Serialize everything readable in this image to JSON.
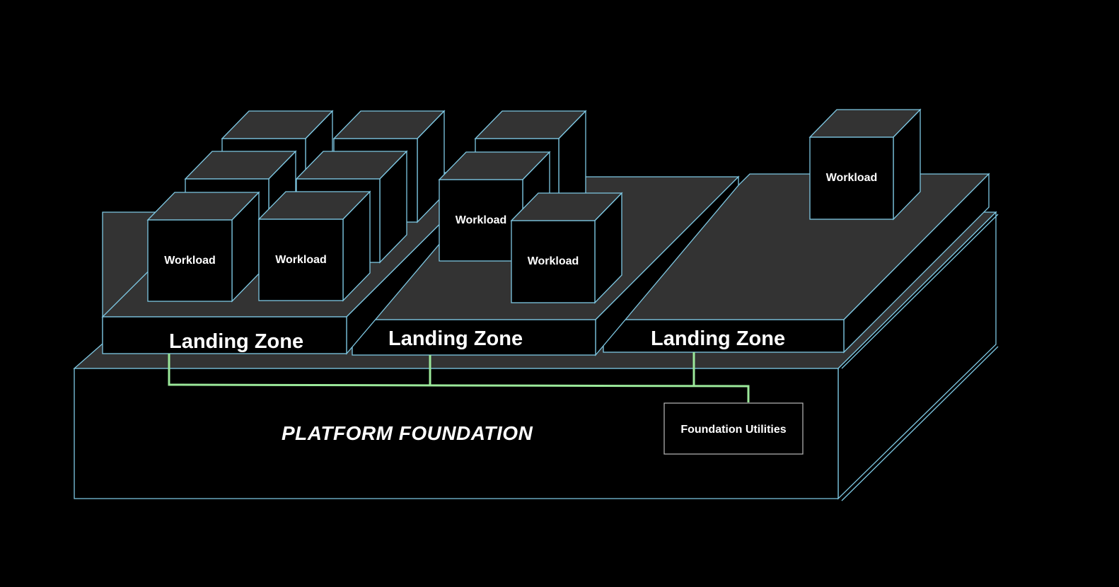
{
  "diagram": {
    "foundation": {
      "label": "PLATFORM  FOUNDATION"
    },
    "utilities": {
      "label": "Foundation Utilities"
    },
    "landing_zones": [
      {
        "label": "Landing Zone"
      },
      {
        "label": "Landing Zone"
      },
      {
        "label": "Landing Zone"
      }
    ],
    "workloads": [
      {
        "label": "Workload",
        "zone": 1
      },
      {
        "label": "Workload",
        "zone": 1
      },
      {
        "label": "Workload",
        "zone": 2
      },
      {
        "label": "Workload",
        "zone": 2
      },
      {
        "label": "Workload",
        "zone": 3
      }
    ],
    "colors": {
      "edge": "#7ec8e3",
      "surface": "#333333",
      "connector": "#9be89a",
      "text": "#ffffff",
      "background": "#000000"
    }
  }
}
